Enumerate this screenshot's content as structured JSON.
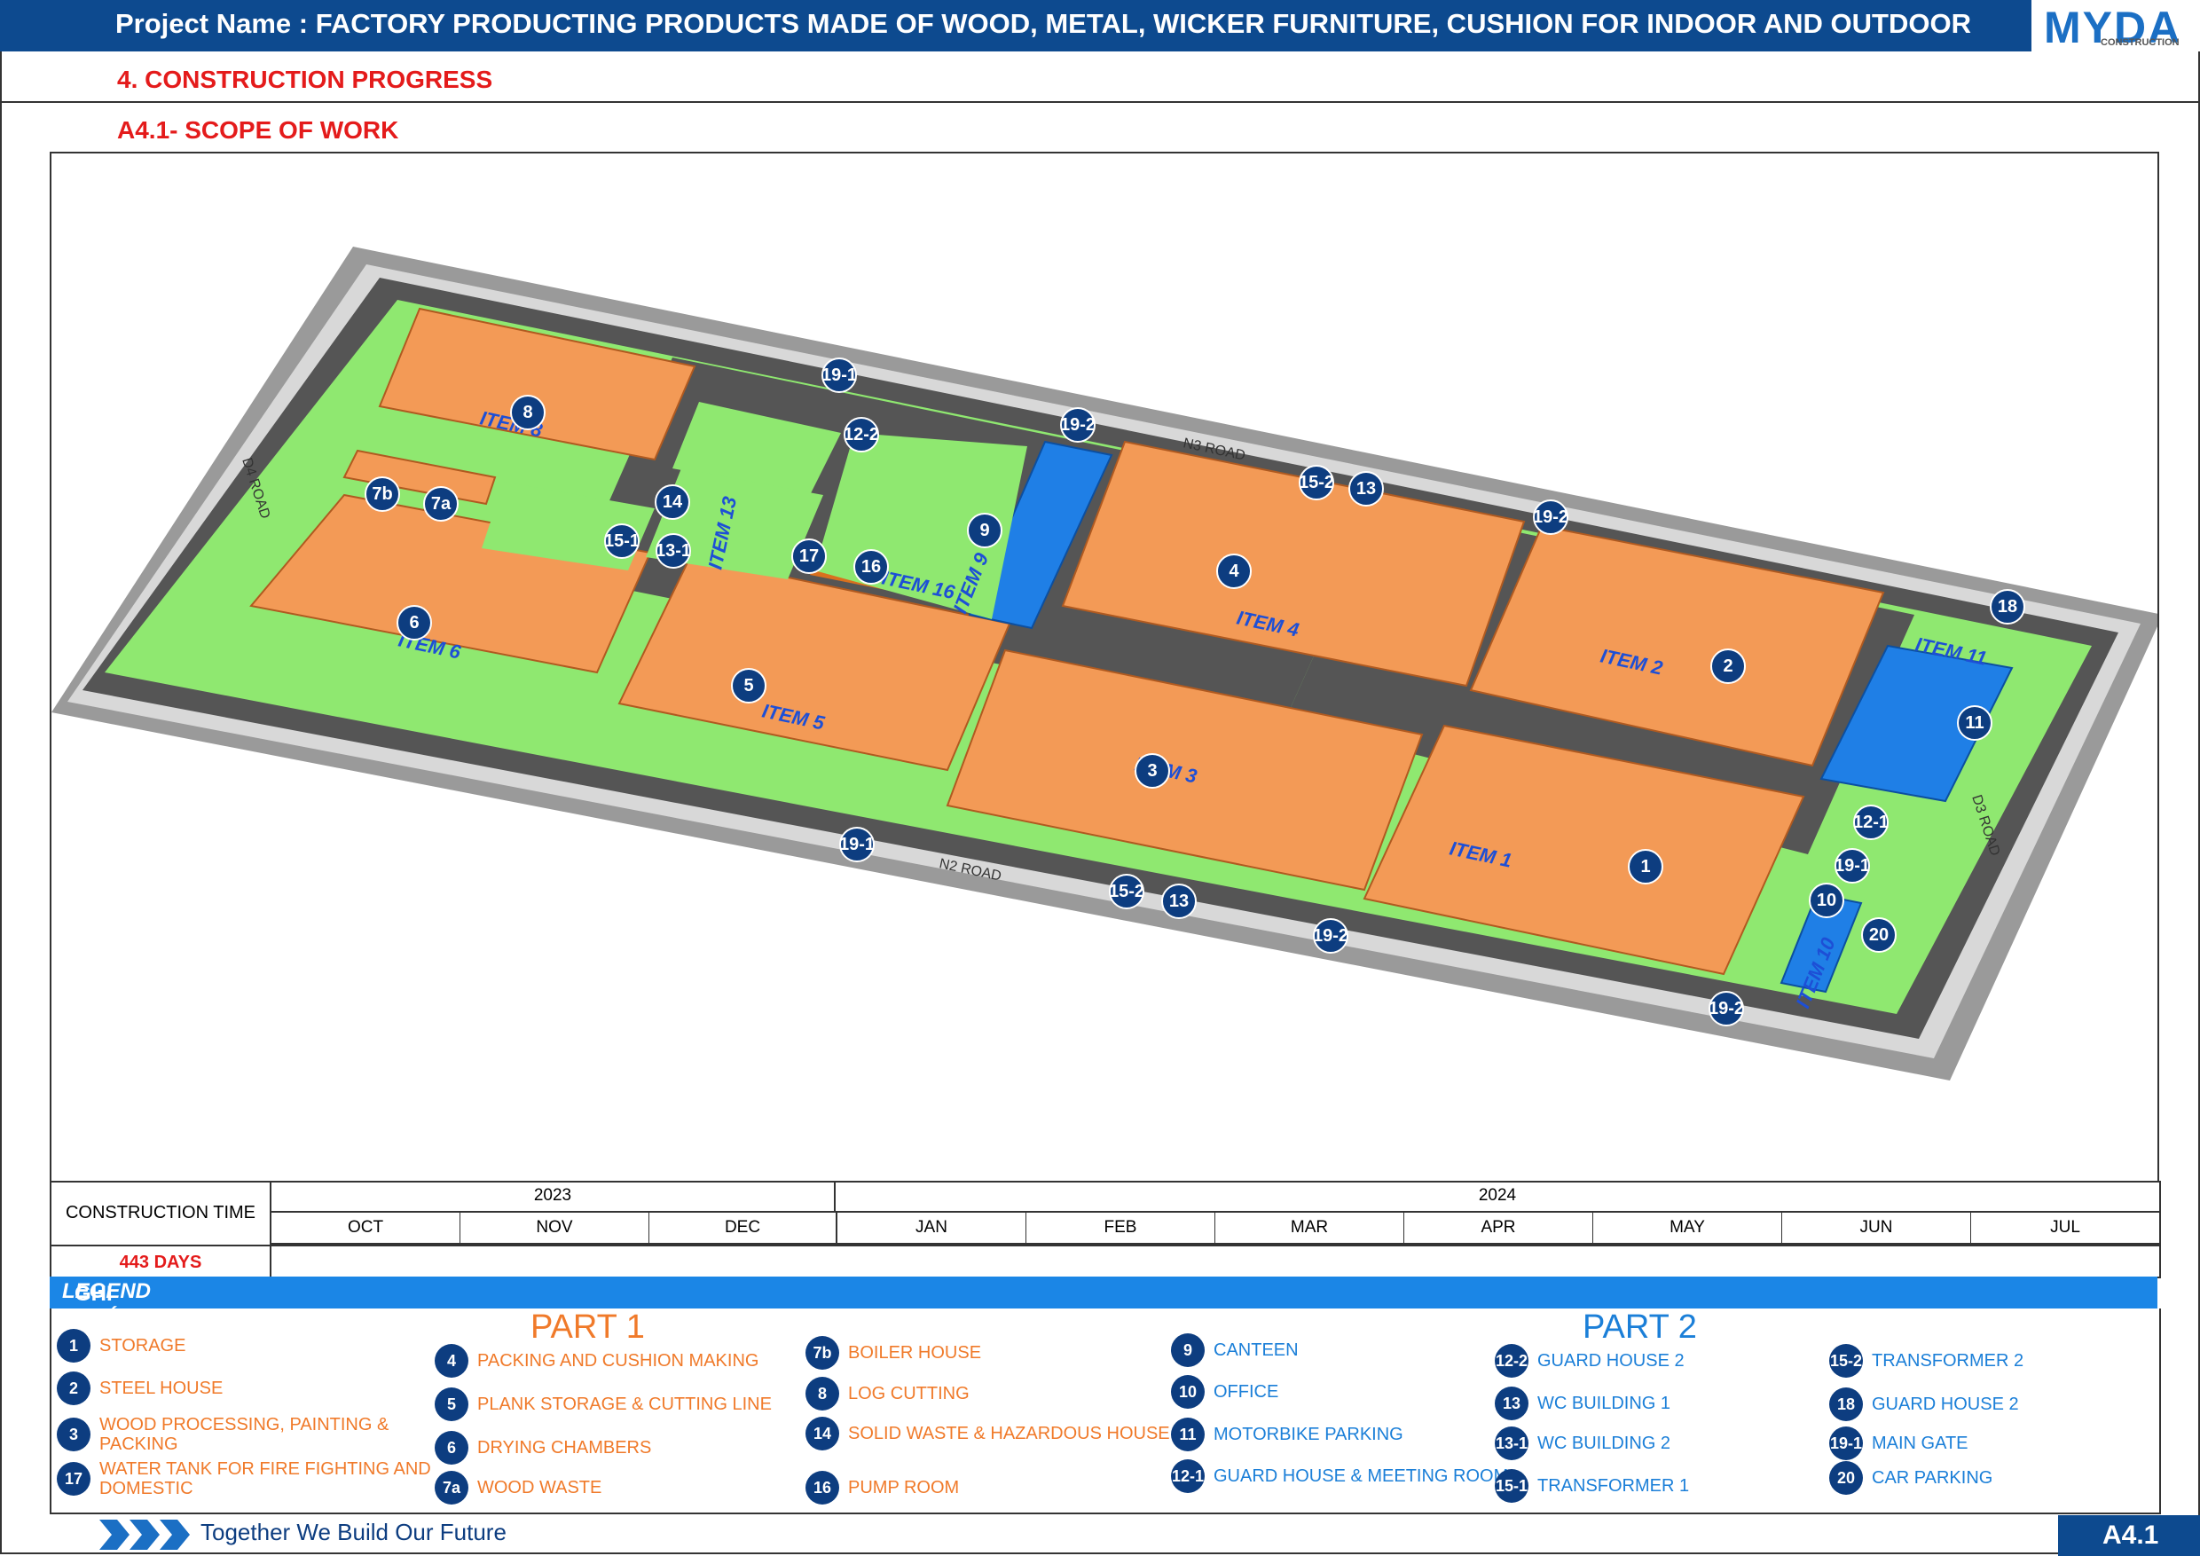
{
  "header": {
    "project_title": "Project Name : FACTORY PRODUCTING PRODUCTS MADE OF WOOD, METAL, WICKER FURNITURE, CUSHION FOR INDOOR AND OUTDOOR",
    "logo_text": "MYDA",
    "logo_sub": "CONSTRUCTION"
  },
  "section_title": "4. CONSTRUCTION PROGRESS",
  "subsection_title": "A4.1- SCOPE OF WORK",
  "site_plan": {
    "items": [
      {
        "label": "ITEM 8"
      },
      {
        "label": "ITEM 6"
      },
      {
        "label": "ITEM 5"
      },
      {
        "label": "ITEM 13"
      },
      {
        "label": "ITEM 16"
      },
      {
        "label": "ITEM 9"
      },
      {
        "label": "ITEM 4"
      },
      {
        "label": "ITEM 3"
      },
      {
        "label": "ITEM 2"
      },
      {
        "label": "ITEM 1"
      },
      {
        "label": "ITEM 11"
      },
      {
        "label": "ITEM 10"
      }
    ],
    "markers": [
      "8",
      "7b",
      "7a",
      "14",
      "15-1",
      "13-1",
      "17",
      "16",
      "9",
      "6",
      "5",
      "19-1",
      "12-2",
      "19-2",
      "15-2",
      "13",
      "19-2",
      "4",
      "3",
      "2",
      "18",
      "11",
      "12-1",
      "19-1",
      "10",
      "20",
      "1",
      "19-1",
      "15-2",
      "13",
      "19-2",
      "19-2"
    ],
    "roads": [
      "N3 ROAD",
      "N2 ROAD",
      "D4 ROAD",
      "D3 ROAD"
    ]
  },
  "timeline": {
    "label": "CONSTRUCTION TIME",
    "duration": "443 DAYS",
    "years": [
      "2023",
      "2024"
    ],
    "months": [
      "OCT",
      "NOV",
      "DEC",
      "JAN",
      "FEB",
      "MAR",
      "APR",
      "MAY",
      "JUN",
      "JUL"
    ]
  },
  "legend": {
    "title_vi": "GHI CHÚ / ",
    "title_en": "LEGEND",
    "part1_title": "PART 1",
    "part2_title": "PART 2",
    "items": [
      {
        "num": "1",
        "text": "STORAGE"
      },
      {
        "num": "2",
        "text": "STEEL HOUSE"
      },
      {
        "num": "3",
        "text": "WOOD PROCESSING, PAINTING & PACKING"
      },
      {
        "num": "17",
        "text": "WATER TANK FOR FIRE FIGHTING AND DOMESTIC"
      },
      {
        "num": "4",
        "text": "PACKING AND CUSHION MAKING"
      },
      {
        "num": "5",
        "text": "PLANK STORAGE & CUTTING LINE"
      },
      {
        "num": "6",
        "text": "DRYING CHAMBERS"
      },
      {
        "num": "7a",
        "text": "WOOD WASTE"
      },
      {
        "num": "7b",
        "text": "BOILER HOUSE"
      },
      {
        "num": "8",
        "text": "LOG CUTTING"
      },
      {
        "num": "14",
        "text": "SOLID WASTE & HAZARDOUS HOUSE"
      },
      {
        "num": "16",
        "text": "PUMP ROOM"
      },
      {
        "num": "9",
        "text": "CANTEEN"
      },
      {
        "num": "10",
        "text": "OFFICE"
      },
      {
        "num": "11",
        "text": "MOTORBIKE PARKING"
      },
      {
        "num": "12-1",
        "text": "GUARD HOUSE & MEETING ROOM"
      },
      {
        "num": "12-2",
        "text": "GUARD HOUSE 2"
      },
      {
        "num": "13",
        "text": "WC BUILDING 1"
      },
      {
        "num": "13-1",
        "text": "WC BUILDING 2"
      },
      {
        "num": "15-1",
        "text": "TRANSFORMER 1"
      },
      {
        "num": "15-2",
        "text": "TRANSFORMER 2"
      },
      {
        "num": "18",
        "text": "GUARD HOUSE 2"
      },
      {
        "num": "19-1",
        "text": "MAIN GATE"
      },
      {
        "num": "20",
        "text": "CAR PARKING"
      }
    ]
  },
  "footer": {
    "slogan": "Together We Build Our Future",
    "page": "A4.1"
  },
  "colors": {
    "header_bg": "#0d4a8f",
    "section_red": "#e41b1b",
    "building_orange": "#f39a56",
    "green_area": "#8fe870",
    "blue_building": "#1f7fe6",
    "part1_text": "#f07a2a",
    "part2_text": "#1b7fd8",
    "marker": "#0d3d80"
  }
}
